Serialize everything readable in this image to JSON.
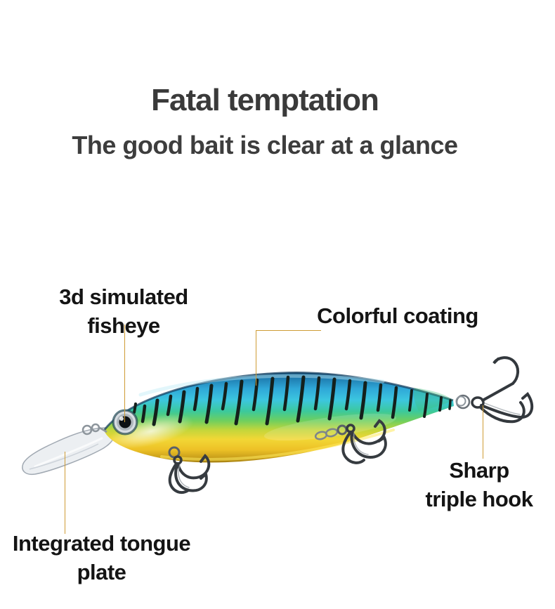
{
  "page": {
    "title": "Fatal temptation",
    "subtitle": "The good bait is clear at a glance"
  },
  "annotations": {
    "fisheye": {
      "label": "3d simulated\nfisheye"
    },
    "coating": {
      "label": "Colorful coating"
    },
    "triple_hook": {
      "label": "Sharp\ntriple hook"
    },
    "tongue_plate": {
      "label": "Integrated tongue\nplate"
    }
  },
  "colors": {
    "background": "#ffffff",
    "heading_text": "#3a3a3a",
    "label_text": "#141414",
    "leader_line": "#cf9c35",
    "lure_back_navy": "#174b70",
    "lure_blue": "#1e7aae",
    "lure_cyan": "#3cc6df",
    "lure_green": "#3cc99c",
    "lure_yellow": "#f2d735",
    "lure_gold": "#a07c10",
    "stripe_black": "#14201c",
    "hook_metal": "#363b40",
    "lip_clear": "#e4e8ed"
  }
}
